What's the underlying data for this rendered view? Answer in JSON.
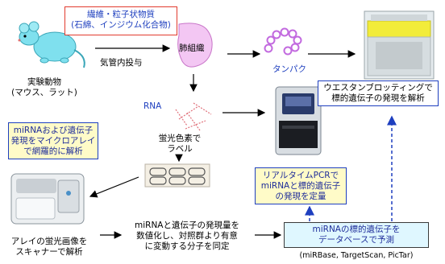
{
  "particles_box": {
    "line1": "繊維・粒子状物質",
    "line2": "(石綿、インジウム化合物)"
  },
  "animal": {
    "line1": "実験動物",
    "line2": "(マウス、ラット)"
  },
  "admin_label": "気管内投与",
  "lung_label": "肺組織",
  "protein_label": "タンパク",
  "rna_label": "RNA",
  "dye_label": {
    "line1": "蛍光色素で",
    "line2": "ラベル"
  },
  "western_box": {
    "line1": "ウエスタンブロッティングで",
    "line2": "標的遺伝子の発現を解析"
  },
  "microarray_box": {
    "line1": "miRNAおよび遺伝子",
    "line2": "発現をマイクロアレイ",
    "line3": "で網羅的に解析"
  },
  "pcr_box": {
    "line1": "リアルタイムPCRで",
    "line2": "miRNAと標的遺伝子",
    "line3": "の発現を定量"
  },
  "scanner_label": {
    "line1": "アレイの蛍光画像を",
    "line2": "スキャナーで解析"
  },
  "quantify_text": {
    "line1": "miRNAと遺伝子の発現量を",
    "line2": "数値化し、対照群より有意",
    "line3": "に変動する分子を同定"
  },
  "database_box": {
    "line1": "miRNAの標的遺伝子を",
    "line2": "データベースで予測"
  },
  "database_sources": "(miRBase, TargetScan, PicTar)",
  "colors": {
    "red": "#e23b2e",
    "blue": "#1e3fbf",
    "protein": "#c26adf",
    "rna": "#e0707a",
    "cyan_bg": "#dff7ff",
    "yellow_bg": "#fffbc8"
  }
}
